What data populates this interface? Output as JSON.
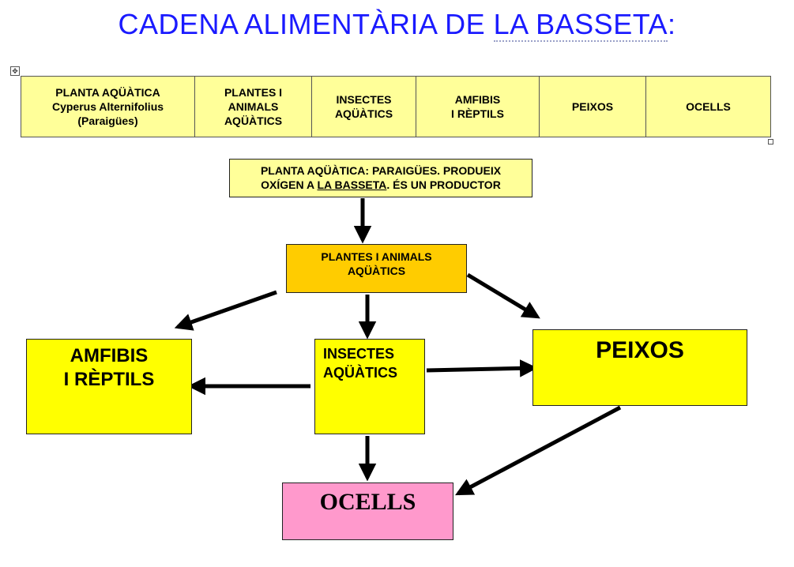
{
  "title": {
    "prefix": "CADENA ALIMENTÀRIA DE ",
    "underlined": "LA BASSETA",
    "suffix": ":"
  },
  "strip_table": {
    "cells": [
      "PLANTA AQÜÀTICA\nCyperus Alternifolius\n(Paraigües)",
      "PLANTES I\nANIMALS\nAQÜÀTICS",
      "INSECTES\nAQÜÀTICS",
      "AMFIBIS\nI RÈPTILS",
      "PEIXOS",
      "OCELLS"
    ]
  },
  "diagram": {
    "planta": {
      "line1": "PLANTA AQÜÀTICA: PARAIGÜES. PRODUEIX",
      "line2_before": "OXÍGEN A ",
      "line2_underlined": "LA BASSETA",
      "line2_after": ". ÉS UN PRODUCTOR"
    },
    "plantes": "PLANTES I ANIMALS\nAQÜÀTICS",
    "amfibis": "AMFIBIS\nI RÈPTILS",
    "insectes": "INSECTES\nAQÜÀTICS",
    "peixos": "PEIXOS",
    "ocells": "OCELLS"
  },
  "colors": {
    "title": "#1a1aff",
    "pale_yellow": "#ffff99",
    "orange": "#ffcc00",
    "yellow": "#ffff00",
    "pink": "#ff99cc"
  }
}
